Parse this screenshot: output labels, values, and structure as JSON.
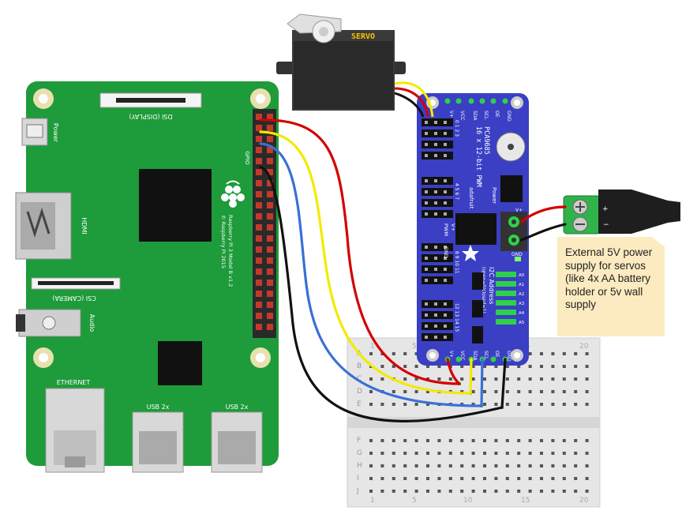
{
  "servo": {
    "label": "SERVO"
  },
  "pi": {
    "dsi_label": "DSI (DISPLAY)",
    "power_label": "Power",
    "hdmi_label": "HDMI",
    "csi_label": "CSI (CAMERA)",
    "audio_label": "Audio",
    "ethernet_label": "ETHERNET",
    "usb_labels": [
      "USB 2x",
      "USB 2x"
    ],
    "gpio_label": "GPIO",
    "model_text": "Raspberry Pi 3 Model B v1.2",
    "copyright_text": "© Raspberry Pi 2015"
  },
  "pca": {
    "title": "16 x 12-bit PWM",
    "chip": "PCA9685",
    "brand": "adafruit",
    "i2c_title": "I2C Address",
    "i2c_sub": "(open=0/closed=1)",
    "power_label": "Power",
    "vplus": "V+",
    "gnd": "GND",
    "top_pins": [
      "GND",
      "OE",
      "SCL",
      "SDA",
      "VCC",
      "V+"
    ],
    "bottom_pins": [
      "GND",
      "OE",
      "SCL",
      "SDA",
      "VCC",
      "V+"
    ],
    "channel_labels": [
      "0 1 2 3",
      "4 5 6 7",
      "8 9 10 11",
      "12 13 14 15"
    ],
    "side_labels": [
      "PWM",
      "V+",
      "GND"
    ],
    "addr_labels": [
      "A0",
      "A1",
      "A2",
      "A3",
      "A4",
      "A5"
    ]
  },
  "breadboard": {
    "rows_top": [
      "A",
      "B",
      "C",
      "D",
      "E"
    ],
    "rows_bottom": [
      "F",
      "G",
      "H",
      "I",
      "J"
    ],
    "col_markers": [
      "1",
      "5",
      "10",
      "15",
      "20"
    ]
  },
  "note": {
    "text": "External 5V power supply for servos (like 4x AA battery holder or 5v wall supply"
  },
  "wire_colors": {
    "red": "#d40000",
    "yellow": "#f2ea00",
    "blue": "#3a6fd8",
    "black": "#111111"
  },
  "board_colors": {
    "pi": "#1e9b3a",
    "pca": "#3a3fc4",
    "breadboard": "#e8e8e8"
  }
}
